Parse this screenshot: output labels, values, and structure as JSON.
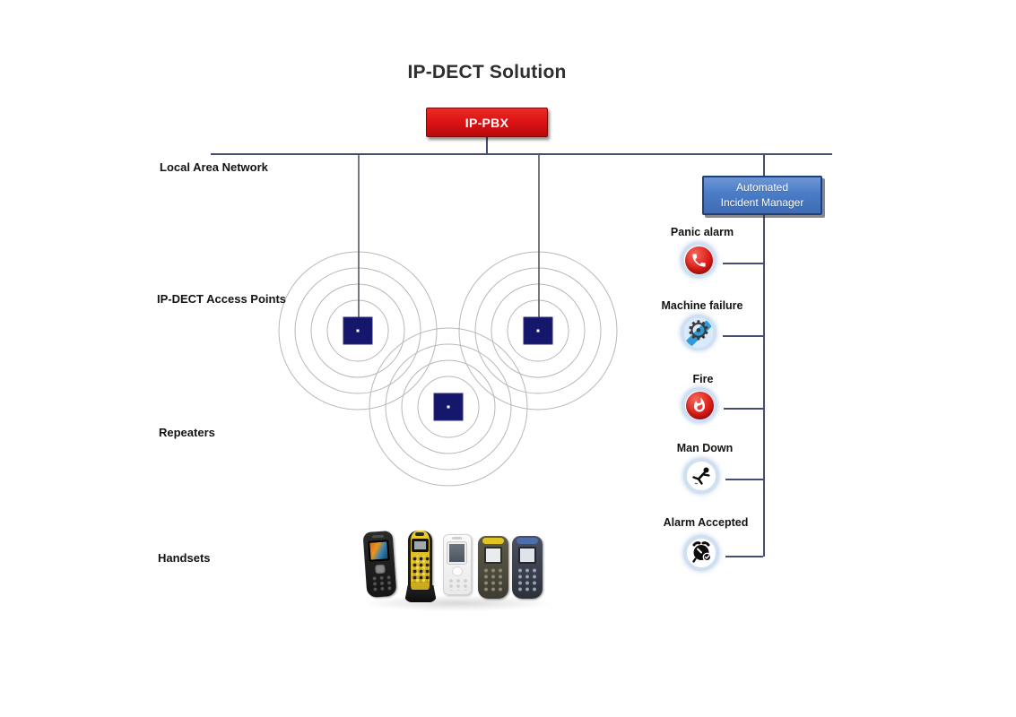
{
  "title": "IP-DECT Solution",
  "pbx": {
    "label": "IP-PBX"
  },
  "incident_manager": {
    "line1": "Automated",
    "line2": "Incident Manager"
  },
  "row_labels": {
    "lan": "Local Area Network",
    "access_points": "IP-DECT Access Points",
    "repeaters": "Repeaters",
    "handsets": "Handsets"
  },
  "alarms": [
    {
      "label": "Panic alarm",
      "icon": "phone-handset-icon"
    },
    {
      "label": "Machine failure",
      "icon": "broken-gear-icon"
    },
    {
      "label": "Fire",
      "icon": "flame-icon"
    },
    {
      "label": "Man Down",
      "icon": "falling-person-icon"
    },
    {
      "label": "Alarm Accepted",
      "icon": "alarm-clock-check-icon"
    }
  ],
  "icons": {
    "gear_glyph": "⚙"
  },
  "handset_models": [
    "black-handset",
    "yellow-rugged-handset",
    "white-handset",
    "olive-rugged-handset",
    "navy-rugged-handset"
  ],
  "colors": {
    "pbx_red": "#d81114",
    "aim_blue": "#4a7cc7",
    "access_point_navy": "#14176b",
    "line_slate": "#454e72",
    "coverage_circle_gray": "#b8b8b8",
    "icon_ring_blue": "#cfe0f2",
    "alarm_red": "#dd1d17",
    "slash_blue": "#2f9bd8"
  }
}
